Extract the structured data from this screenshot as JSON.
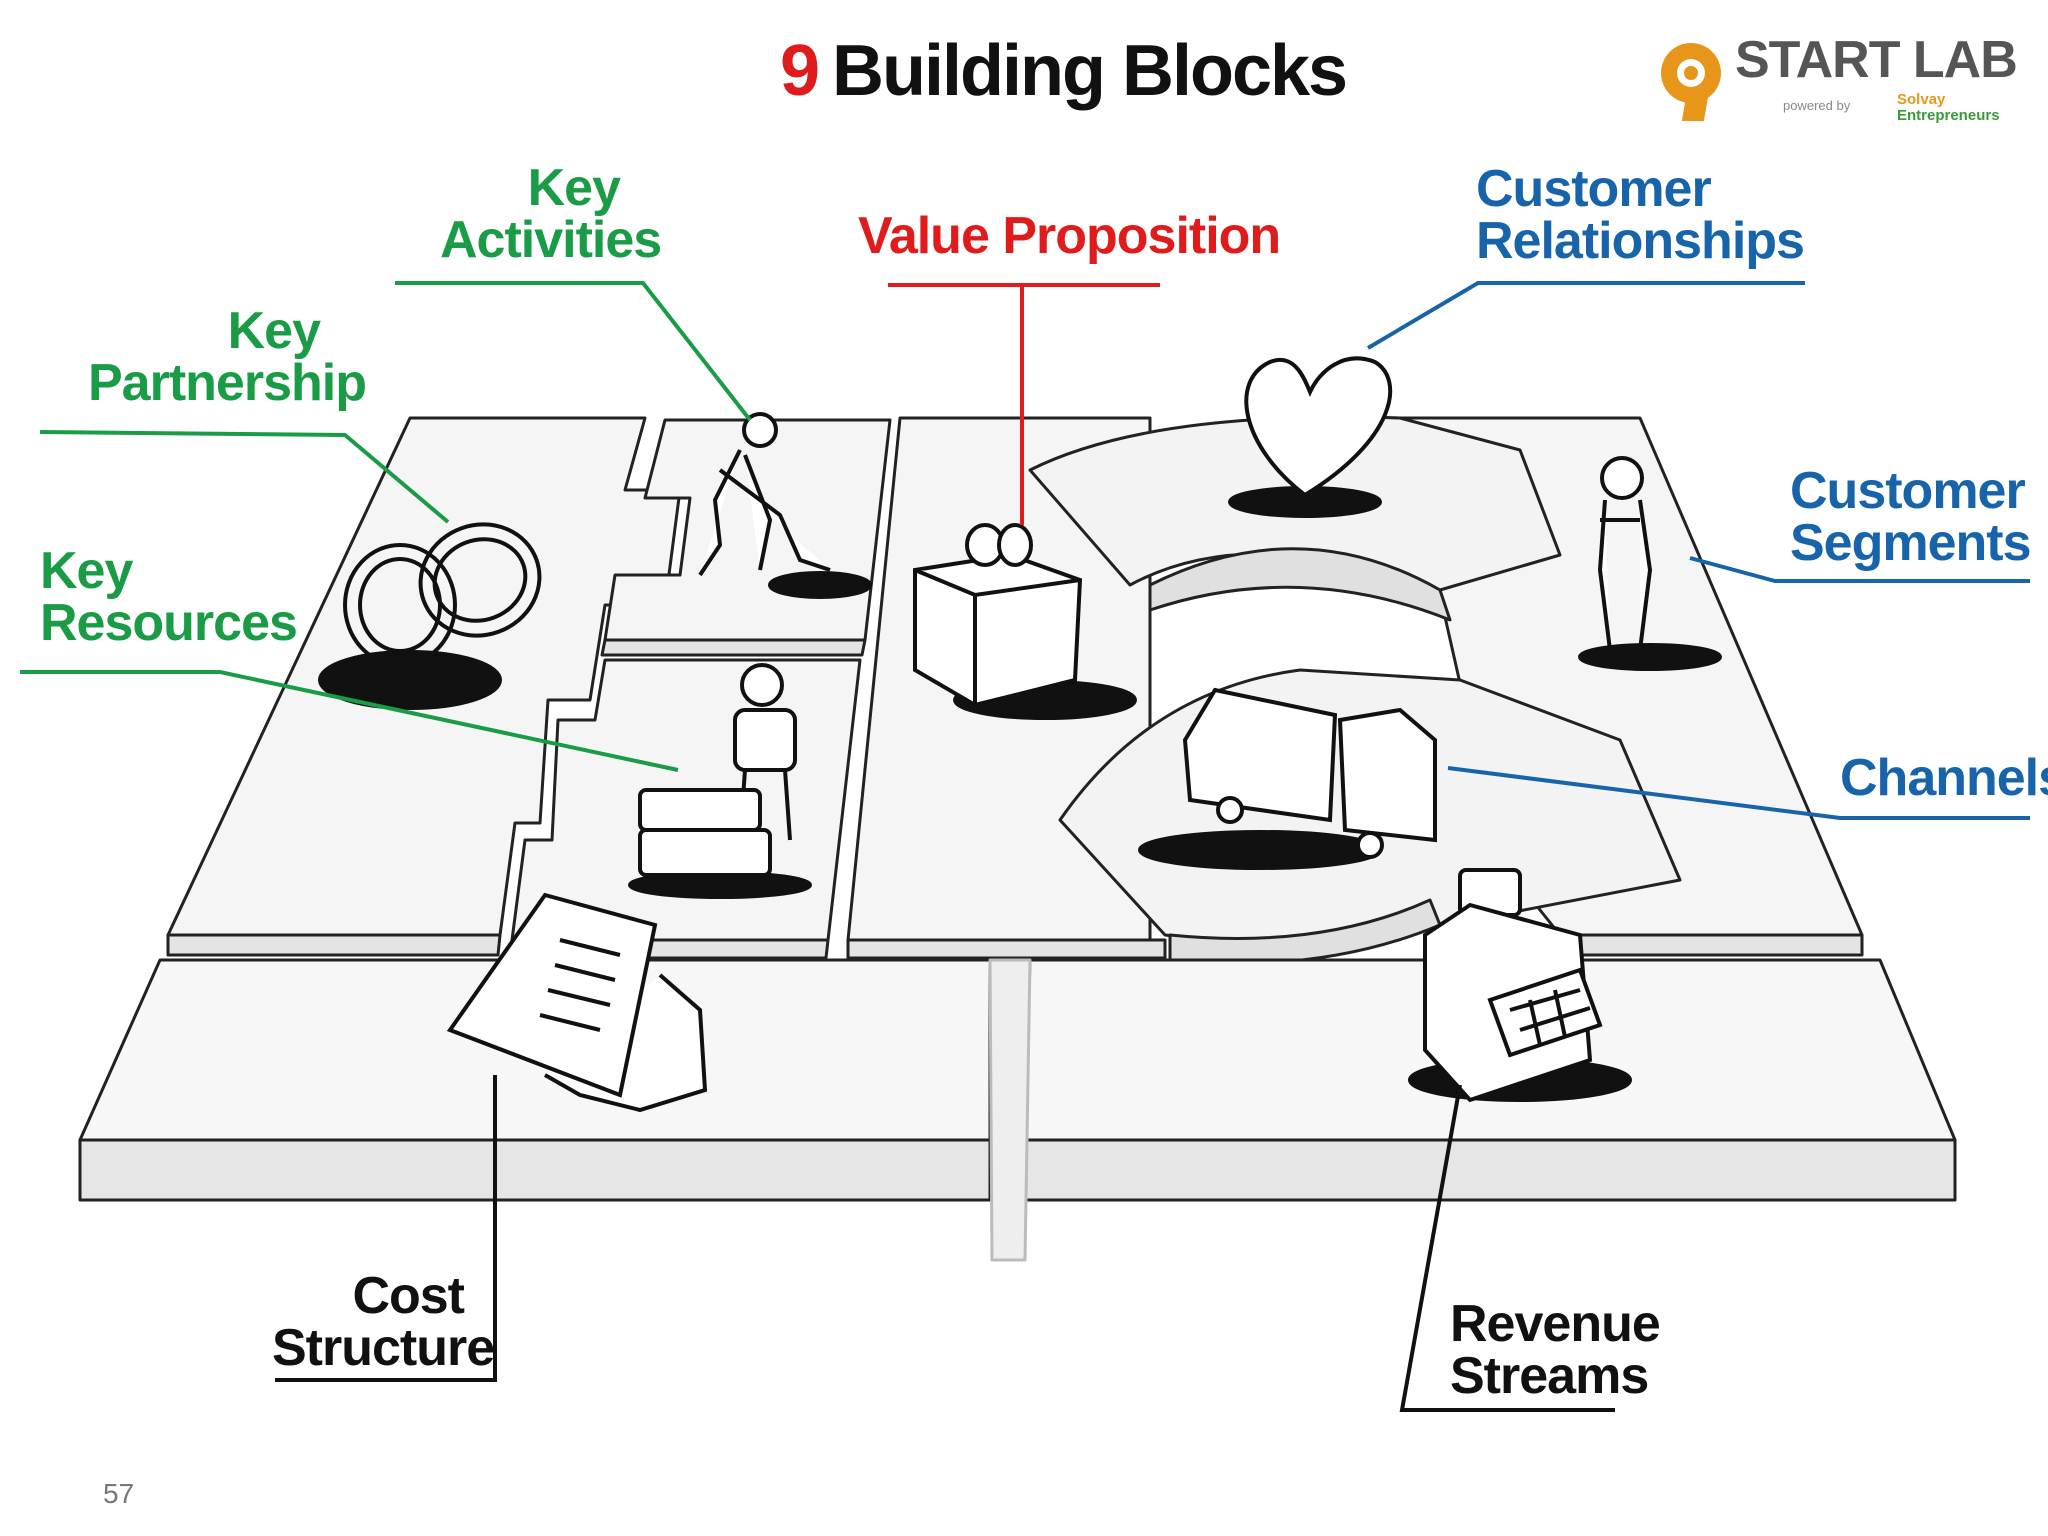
{
  "title": {
    "number": "9",
    "text": "Building Blocks"
  },
  "logo": {
    "brand": "START LAB",
    "powered_by": "powered by",
    "school_line1": "Solvay",
    "school_line2": "Entrepreneurs"
  },
  "blocks": {
    "key_activities": {
      "line1": "Key",
      "line2": "Activities"
    },
    "key_partnership": {
      "line1": "Key",
      "line2": "Partnership"
    },
    "key_resources": {
      "line1": "Key",
      "line2": "Resources"
    },
    "value_proposition": {
      "line1": "Value Proposition"
    },
    "customer_relationships": {
      "line1": "Customer",
      "line2": "Relationships"
    },
    "customer_segments": {
      "line1": "Customer",
      "line2": "Segments"
    },
    "channels": {
      "line1": "Channels"
    },
    "cost_structure": {
      "line1": "Cost",
      "line2": "Structure"
    },
    "revenue_streams": {
      "line1": "Revenue",
      "line2": "Streams"
    }
  },
  "colors": {
    "green": "#1a9b45",
    "blue": "#1864ab",
    "red": "#e01b1b",
    "black": "#111111"
  },
  "page_number": "57"
}
